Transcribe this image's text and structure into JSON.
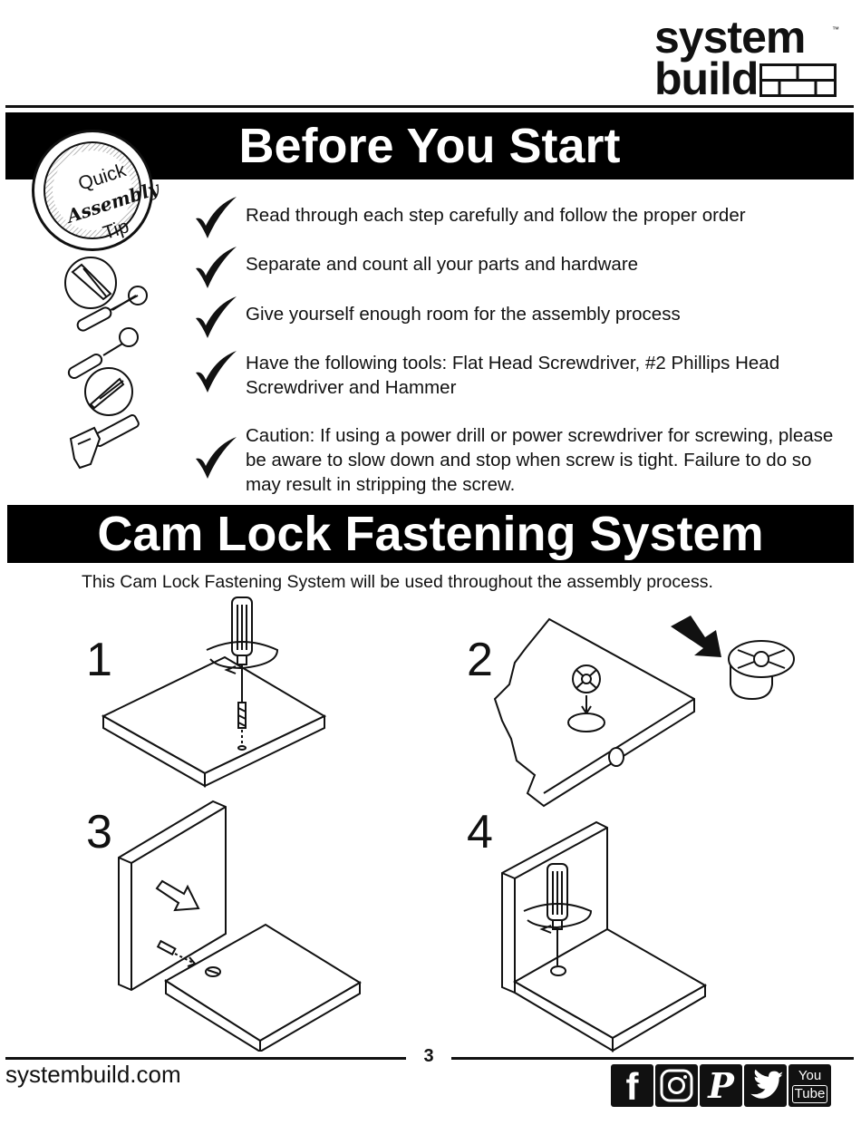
{
  "brand": {
    "line1": "system",
    "line2": "build",
    "tm": "™"
  },
  "before_you_start": {
    "title": "Before You Start",
    "badge": {
      "top": "Quick",
      "middle": "Assembly",
      "bottom": "Tip"
    },
    "items": [
      "Read through each step carefully and follow the proper order",
      "Separate and count all your parts and hardware",
      "Give yourself enough room for the assembly process",
      "Have the following tools: Flat Head Screwdriver, #2 Phillips Head Screwdriver and Hammer",
      "Caution: If using a power drill or power screwdriver for screwing, please be aware to slow down and stop when screw is tight. Failure to do so may result in stripping the screw."
    ],
    "icons": [
      "flat-head-screwdriver-icon",
      "phillips-screwdriver-icon",
      "hammer-icon",
      "checkmark-icon"
    ]
  },
  "cam_lock": {
    "title": "Cam Lock Fastening System",
    "intro": "This Cam Lock Fastening System will be used throughout the assembly process.",
    "steps": [
      "1",
      "2",
      "3",
      "4"
    ]
  },
  "footer": {
    "website": "systembuild.com",
    "page_number": "3",
    "social": {
      "facebook": "f",
      "pinterest": "P",
      "youtube_top": "You",
      "youtube_bottom": "Tube"
    }
  }
}
